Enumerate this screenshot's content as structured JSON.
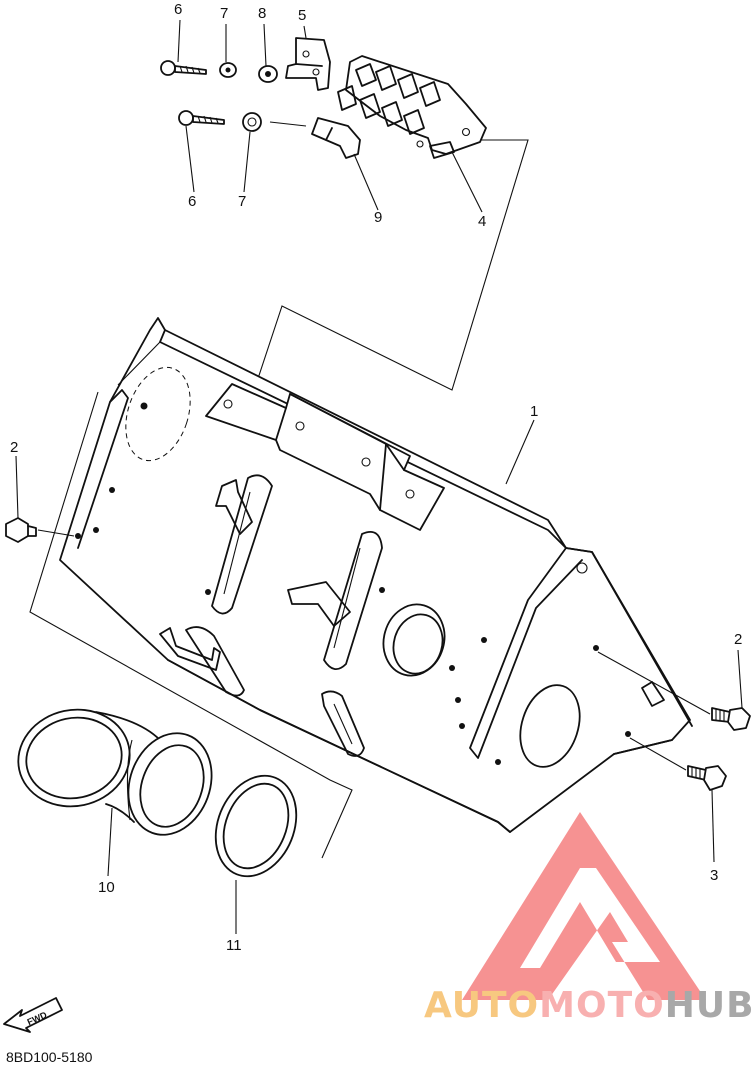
{
  "diagram": {
    "part_code": "8BD100-5180",
    "callouts": {
      "p1": "1",
      "p2_left": "2",
      "p2_right": "2",
      "p3": "3",
      "p4": "4",
      "p5": "5",
      "p6_top": "6",
      "p6_bottom": "6",
      "p7_top": "7",
      "p7_bottom": "7",
      "p8": "8",
      "p9": "9",
      "p10": "10",
      "p11": "11"
    },
    "fwd_label": "FWD",
    "watermark": {
      "word_1": "AUTO",
      "word_2": "MOTO",
      "word_3": "HUB",
      "color_auto": "#f6bf6a",
      "color_moto": "#f7a3a3",
      "color_hub": "#9a9a9a",
      "mark_color": "#f57f7f"
    }
  }
}
